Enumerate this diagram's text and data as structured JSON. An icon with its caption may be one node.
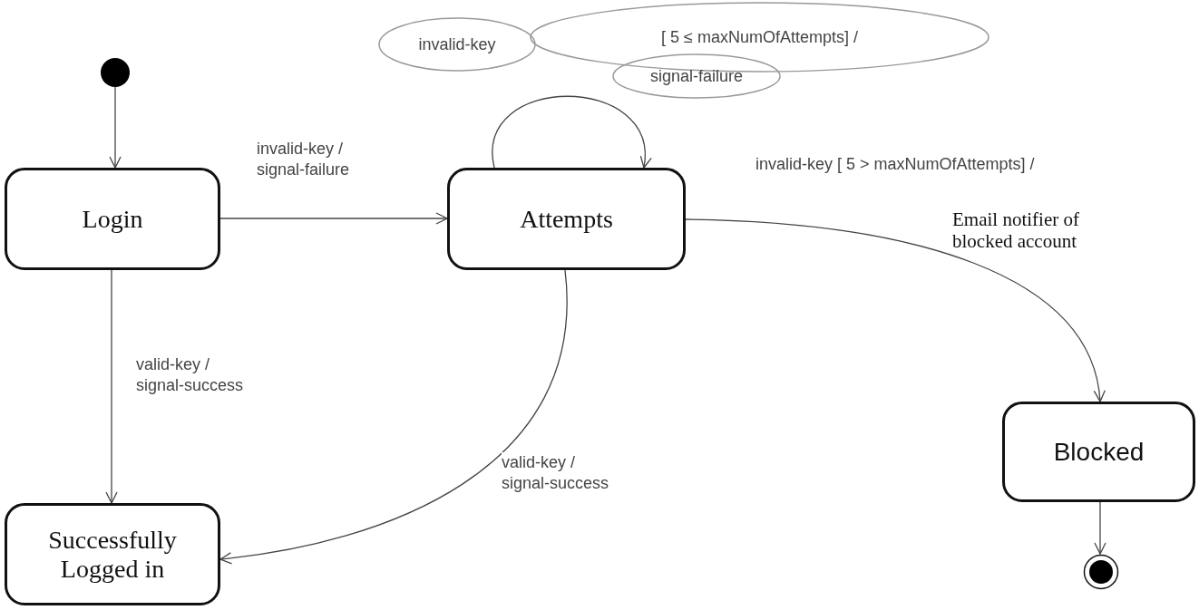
{
  "diagram": {
    "nodes": [
      {
        "text": [],
        "shape": "circle"
      },
      {
        "text": [
          "Login"
        ]
      },
      {
        "text": [
          "Attempts"
        ]
      },
      {
        "text": [
          "Successfully Logged in"
        ]
      },
      {
        "text": [
          "Blocked"
        ]
      },
      {
        "text": [],
        "shape": "circle"
      },
      {
        "text": [
          "invalid-key"
        ]
      },
      {
        "text": [
          "[ 5 ≤ maxNumOfAttempts] /"
        ]
      },
      {
        "text": [
          "signal-failure"
        ]
      }
    ],
    "edges": [
      {
        "from": 0,
        "to": 1,
        "arrow": "to"
      },
      {
        "from": 1,
        "to": 2,
        "arrow": "to",
        "label": "invalid-key / signal-failure"
      },
      {
        "from": 2,
        "to": 2,
        "arrow": "to"
      },
      {
        "from": 1,
        "to": 3,
        "arrow": "to",
        "label": "valid-key / signal-success"
      },
      {
        "from": 2,
        "to": 3,
        "arrow": "to",
        "label": "valid-key / signal-success"
      },
      {
        "from": 2,
        "to": 4,
        "arrow": "to",
        "label": "invalid-key [ 5 > maxNumOfAttempts] /"
      },
      {
        "from": 4,
        "to": 5,
        "arrow": "to"
      }
    ],
    "labels": [
      "Email notifier of blocked account"
    ]
  }
}
